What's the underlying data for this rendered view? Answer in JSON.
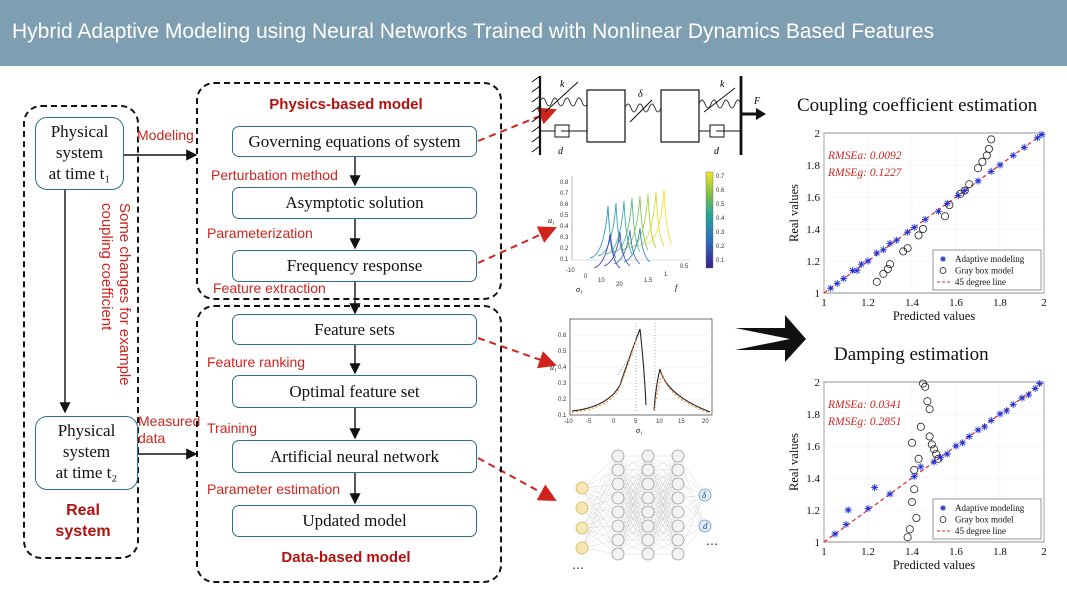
{
  "header": {
    "title": "Hybrid Adaptive Modeling using Neural Networks Trained with Nonlinear Dynamics Based Features"
  },
  "real_system": {
    "node1_lines": [
      "Physical",
      "system",
      "at time t₁"
    ],
    "node2_lines": [
      "Physical",
      "system",
      "at time t₂"
    ],
    "label": "Real system",
    "vertical_note": "Some changes for example coupling coefficient"
  },
  "physics_model": {
    "title": "Physics-based model",
    "steps": [
      "Governing equations of system",
      "Asymptotic solution",
      "Frequency response"
    ],
    "transitions": [
      "Perturbation method",
      "Parameterization",
      "Feature extraction"
    ]
  },
  "data_model": {
    "title": "Data-based model",
    "steps": [
      "Feature sets",
      "Optimal feature set",
      "Artificial neural network",
      "Updated model"
    ],
    "transitions": [
      "Feature ranking",
      "Training",
      "Parameter estimation"
    ]
  },
  "flow_labels": {
    "modeling": "Modeling",
    "measured": "Measured data"
  },
  "mechanism": {
    "k_left": "k",
    "delta": "δ",
    "k_right": "k",
    "force": "F",
    "d_left": "d",
    "d_right": "d"
  },
  "surface_plot": {
    "axis_labels": {
      "z": "u₁",
      "x": "σ₁",
      "y": "f"
    },
    "z_ticks": [
      "0.8",
      "0.7",
      "0.6",
      "0.5",
      "0.4",
      "0.3",
      "0.2",
      "0.1"
    ],
    "x_ticks": [
      "-10",
      "0",
      "10",
      "20"
    ],
    "y_ticks": [
      "1.5",
      "1",
      "0.5"
    ],
    "colorbar_ticks": [
      "0.7",
      "0.6",
      "0.5",
      "0.4",
      "0.3",
      "0.2",
      "0.1"
    ]
  },
  "response_plot": {
    "xlabel": "σ₁",
    "ylabel": "u₁",
    "y_ticks": [
      "0.6",
      "0.5",
      "0.4",
      "0.3",
      "0.2",
      "0.1"
    ],
    "x_ticks": [
      "-10",
      "-5",
      "0",
      "5",
      "10",
      "15",
      "20"
    ]
  },
  "ann": {
    "outputs": [
      "δ",
      "d"
    ],
    "more": "⋯"
  },
  "colors": {
    "header": "#7d9fb1",
    "accent_red": "#d0231e",
    "box_border": "#2e6f8c",
    "adaptive": "#1f2fd6",
    "line45": "#e0241e"
  },
  "chart_data": [
    {
      "type": "scatter",
      "title": "Coupling coefficient estimation",
      "xlabel": "Predicted values",
      "ylabel": "Real values",
      "xlim": [
        1,
        2
      ],
      "ylim": [
        1,
        2
      ],
      "x_ticks": [
        "1",
        "1.2",
        "1.4",
        "1.6",
        "1.8",
        "2"
      ],
      "y_ticks": [
        "1",
        "1.2",
        "1.4",
        "1.6",
        "1.8",
        "2"
      ],
      "annotations": [
        "RMSEa: 0.0092",
        "RMSEg: 0.1227"
      ],
      "legend": [
        "Adaptive modeling",
        "Gray box model",
        "45 degree line"
      ],
      "legend_position": "bottom-right",
      "series": [
        {
          "name": "Adaptive modeling",
          "marker": "star",
          "x": [
            1.03,
            1.06,
            1.09,
            1.13,
            1.15,
            1.17,
            1.2,
            1.24,
            1.27,
            1.3,
            1.33,
            1.38,
            1.41,
            1.46,
            1.52,
            1.56,
            1.61,
            1.64,
            1.7,
            1.76,
            1.8,
            1.86,
            1.91,
            1.97,
            1.99
          ],
          "y": [
            1.03,
            1.06,
            1.09,
            1.14,
            1.14,
            1.18,
            1.2,
            1.25,
            1.27,
            1.31,
            1.33,
            1.38,
            1.41,
            1.46,
            1.51,
            1.56,
            1.61,
            1.64,
            1.7,
            1.76,
            1.8,
            1.86,
            1.91,
            1.97,
            1.99
          ]
        },
        {
          "name": "Gray box model",
          "marker": "circle",
          "x": [
            1.24,
            1.27,
            1.29,
            1.3,
            1.36,
            1.38,
            1.43,
            1.45,
            1.55,
            1.57,
            1.62,
            1.64,
            1.66,
            1.7,
            1.72,
            1.74,
            1.75,
            1.76
          ],
          "y": [
            1.07,
            1.12,
            1.15,
            1.18,
            1.26,
            1.28,
            1.36,
            1.4,
            1.48,
            1.55,
            1.62,
            1.64,
            1.68,
            1.78,
            1.82,
            1.86,
            1.9,
            1.96
          ]
        },
        {
          "name": "45 degree line",
          "marker": "line",
          "x": [
            1,
            2
          ],
          "y": [
            1,
            2
          ]
        }
      ]
    },
    {
      "type": "scatter",
      "title": "Damping estimation",
      "xlabel": "Predicted values",
      "ylabel": "Real values",
      "xlim": [
        1,
        2
      ],
      "ylim": [
        1,
        2
      ],
      "x_ticks": [
        "1",
        "1.2",
        "1.4",
        "1.6",
        "1.8",
        "2"
      ],
      "y_ticks": [
        "1",
        "1.2",
        "1.4",
        "1.6",
        "1.8",
        "2"
      ],
      "annotations": [
        "RMSEa: 0.0341",
        "RMSEg: 0.2851"
      ],
      "legend": [
        "Adaptive modeling",
        "Gray box model",
        "45 degree line"
      ],
      "legend_position": "bottom-right",
      "series": [
        {
          "name": "Adaptive modeling",
          "marker": "star",
          "x": [
            1.05,
            1.1,
            1.11,
            1.2,
            1.23,
            1.3,
            1.41,
            1.44,
            1.5,
            1.53,
            1.56,
            1.6,
            1.63,
            1.66,
            1.7,
            1.73,
            1.76,
            1.8,
            1.83,
            1.86,
            1.9,
            1.93,
            1.96,
            1.98
          ],
          "y": [
            1.05,
            1.11,
            1.2,
            1.21,
            1.34,
            1.3,
            1.41,
            1.47,
            1.5,
            1.53,
            1.55,
            1.6,
            1.62,
            1.66,
            1.7,
            1.72,
            1.76,
            1.8,
            1.82,
            1.86,
            1.9,
            1.92,
            1.96,
            1.99
          ]
        },
        {
          "name": "Gray box model",
          "marker": "circle",
          "x": [
            1.38,
            1.39,
            1.4,
            1.4,
            1.41,
            1.41,
            1.42,
            1.43,
            1.44,
            1.45,
            1.46,
            1.47,
            1.48,
            1.48,
            1.49,
            1.5,
            1.51,
            1.52
          ],
          "y": [
            1.03,
            1.08,
            1.25,
            1.62,
            1.33,
            1.45,
            1.15,
            1.52,
            1.72,
            1.99,
            1.97,
            1.88,
            1.83,
            1.66,
            1.61,
            1.58,
            1.55,
            1.52
          ]
        },
        {
          "name": "45 degree line",
          "marker": "line",
          "x": [
            1,
            2
          ],
          "y": [
            1,
            2
          ]
        }
      ]
    }
  ]
}
